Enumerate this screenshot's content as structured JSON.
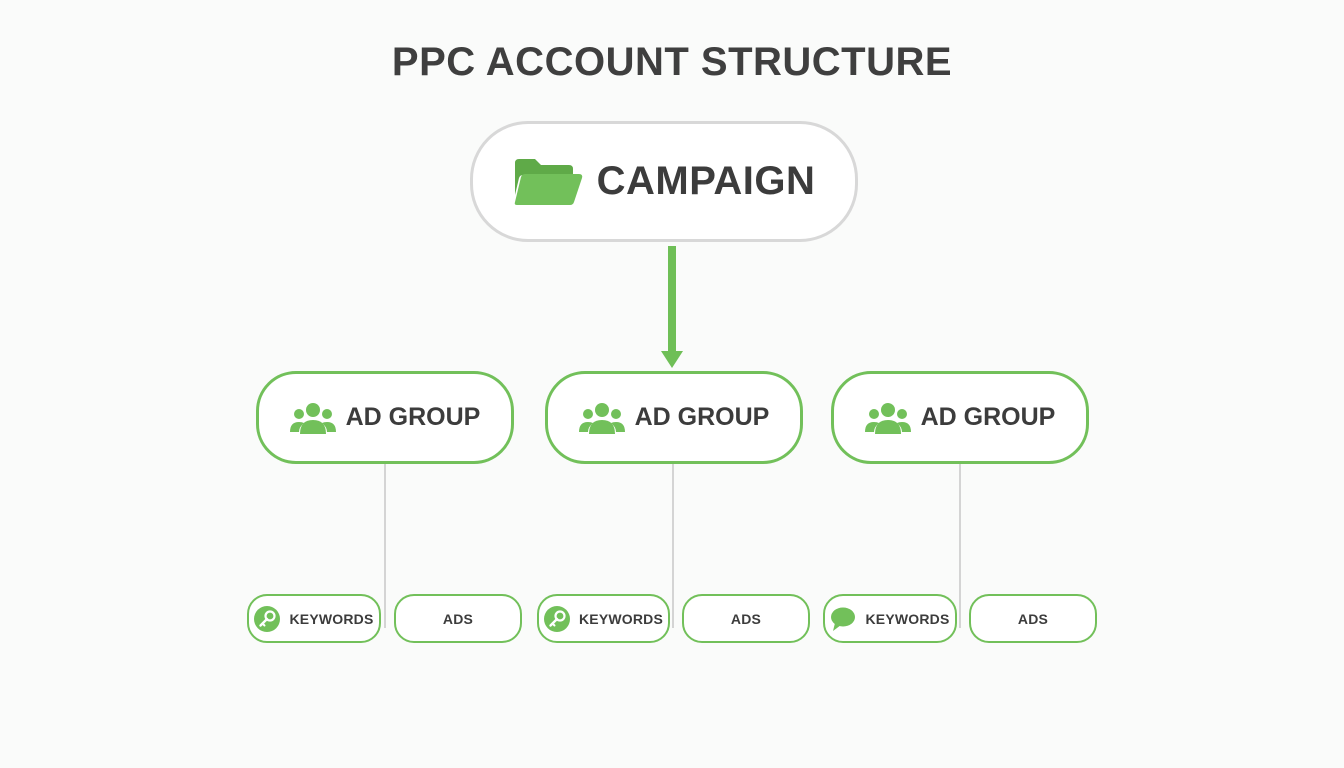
{
  "title": "PPC ACCOUNT STRUCTURE",
  "colors": {
    "accent": "#72c05a",
    "text": "#3c3c3c",
    "campaign_border": "#d8d8d8",
    "thin_connector": "#d4d4d4"
  },
  "campaign": {
    "label": "CAMPAIGN",
    "icon": "folder-icon"
  },
  "ad_groups": [
    {
      "label": "AD GROUP",
      "icon": "users-icon",
      "children": [
        {
          "label": "KEYWORDS",
          "icon": "key-icon"
        },
        {
          "label": "ADS"
        }
      ]
    },
    {
      "label": "AD GROUP",
      "icon": "users-icon",
      "children": [
        {
          "label": "KEYWORDS",
          "icon": "key-icon"
        },
        {
          "label": "ADS"
        }
      ]
    },
    {
      "label": "AD GROUP",
      "icon": "users-icon",
      "children": [
        {
          "label": "KEYWORDS",
          "icon": "speech-bubble-icon"
        },
        {
          "label": "ADS"
        }
      ]
    }
  ]
}
